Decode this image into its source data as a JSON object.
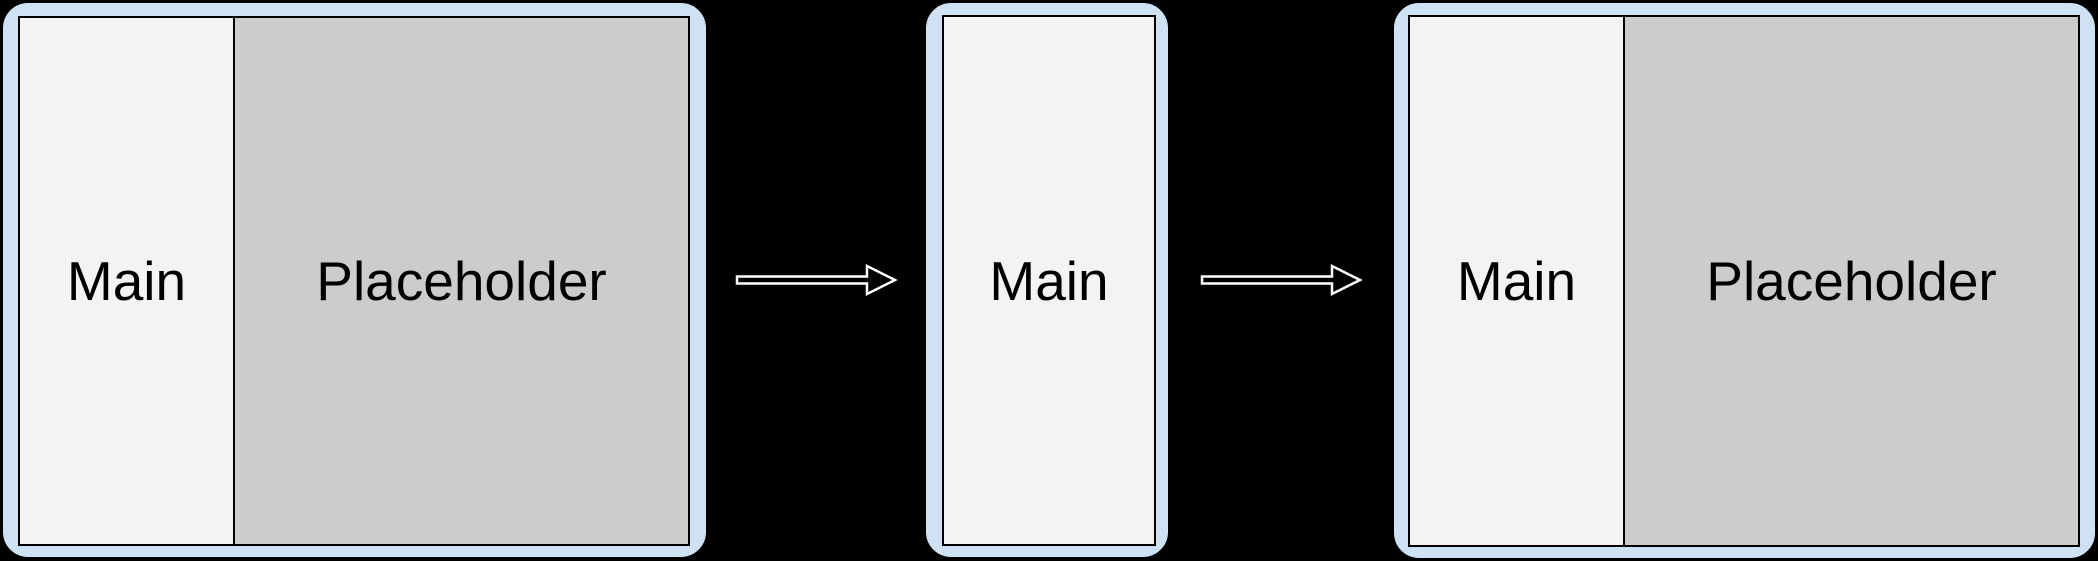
{
  "colors": {
    "background": "#000000",
    "frame": "#cfe2f3",
    "main_pane": "#f3f3f3",
    "placeholder_pane": "#cccccc",
    "pane_border": "#000000",
    "arrow_outline": "#ffffff"
  },
  "panels": [
    {
      "id": "expanded-start",
      "state": "expanded",
      "panes": [
        {
          "type": "main",
          "label": "Main"
        },
        {
          "type": "placeholder",
          "label": "Placeholder"
        }
      ]
    },
    {
      "id": "compact",
      "state": "compact",
      "panes": [
        {
          "type": "main",
          "label": "Main"
        }
      ]
    },
    {
      "id": "expanded-end",
      "state": "expanded",
      "panes": [
        {
          "type": "main",
          "label": "Main"
        },
        {
          "type": "placeholder",
          "label": "Placeholder"
        }
      ]
    }
  ],
  "arrows": [
    {
      "id": "arrow-1",
      "direction": "right"
    },
    {
      "id": "arrow-2",
      "direction": "right"
    }
  ]
}
